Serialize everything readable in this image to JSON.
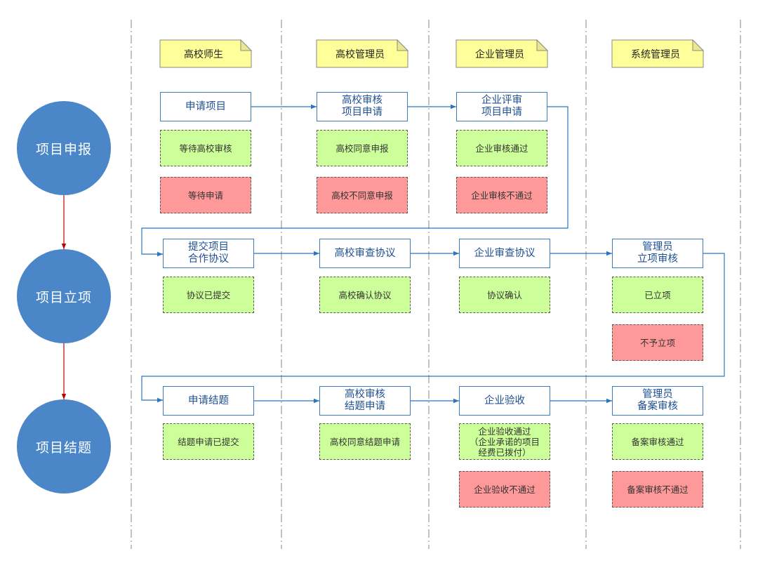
{
  "lane_headers": [
    "高校师生",
    "高校管理员",
    "企业管理员",
    "系统管理员"
  ],
  "rows": [
    {
      "phase": "项目申报",
      "steps": [
        {
          "label": "申请项目",
          "passed": "等待高校审核",
          "rejected": "等待申请"
        },
        {
          "label": "高校审核\n项目申请",
          "passed": "高校同意申报",
          "rejected": "高校不同意申报"
        },
        {
          "label": "企业评审\n项目申请",
          "passed": "企业审核通过",
          "rejected": "企业审核不通过"
        }
      ]
    },
    {
      "phase": "项目立项",
      "steps": [
        {
          "label": "提交项目\n合作协议",
          "passed": "协议已提交"
        },
        {
          "label": "高校审查协议",
          "passed": "高校确认协议"
        },
        {
          "label": "企业审查协议",
          "passed": "协议确认"
        },
        {
          "label": "管理员\n立项审核",
          "passed": "已立项",
          "rejected": "不予立项"
        }
      ]
    },
    {
      "phase": "项目结题",
      "steps": [
        {
          "label": "申请结题",
          "passed": "结题申请已提交"
        },
        {
          "label": "高校审核\n结题申请",
          "passed": "高校同意结题申请"
        },
        {
          "label": "企业验收",
          "passed": "企业验收通过\n（企业承诺的项目\n经费已拨付）",
          "rejected": "企业验收不通过"
        },
        {
          "label": "管理员\n备案审核",
          "passed": "备案审核通过",
          "rejected": "备案审核不通过"
        }
      ]
    }
  ],
  "colors": {
    "phase_fill": "#4a86c8",
    "step_border": "#3b7cc4",
    "step_text": "#1f4f91",
    "passed_fill": "#ccff99",
    "rejected_fill": "#ff9999",
    "note_fill": "#ffff99",
    "note_fold": "#e8e88c",
    "connector": "#2f74c0",
    "phase_arrow": "#c00000",
    "lane_divider": "#9a9a9a"
  }
}
